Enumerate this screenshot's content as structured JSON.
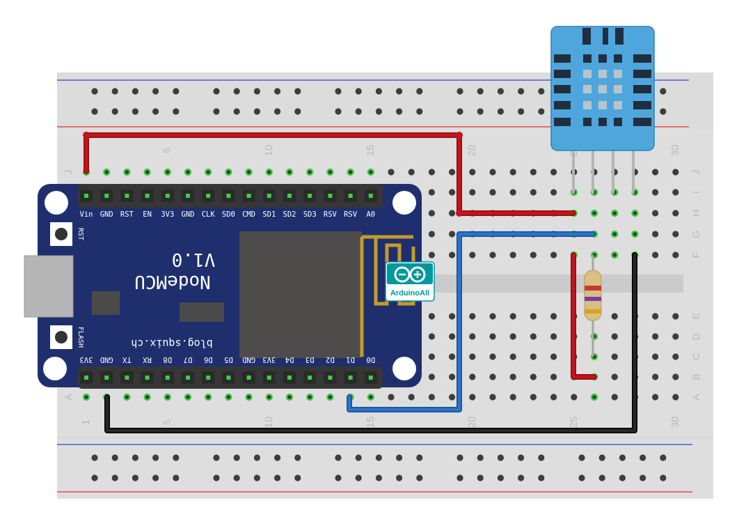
{
  "breadboard": {
    "column_numbers": [
      "1",
      "5",
      "10",
      "15",
      "20",
      "25",
      "30"
    ],
    "row_letters_top": [
      "J",
      "I",
      "H",
      "G",
      "F"
    ],
    "row_letters_bottom": [
      "E",
      "D",
      "C",
      "B",
      "A"
    ]
  },
  "nodemcu": {
    "top_pins": [
      "Vin",
      "GND",
      "RST",
      "EN",
      "3V3",
      "GND",
      "CLK",
      "SD0",
      "CMD",
      "SD1",
      "SD2",
      "SD3",
      "RSV",
      "RSV",
      "A0"
    ],
    "bottom_pins": [
      "3V3",
      "GND",
      "TX",
      "RX",
      "D8",
      "D7",
      "D6",
      "D5",
      "GND",
      "3V3",
      "D4",
      "D3",
      "D2",
      "D1",
      "D0"
    ],
    "version": "V1.0",
    "name": "NodeMCU",
    "url": "blog.squix.ch",
    "rst_label": "RST",
    "flash_label": "FLASH"
  },
  "logo": {
    "text": "ArduinoAll",
    "color": "#00979d"
  },
  "colors": {
    "board": "#1f2f6e",
    "breadboard": "#dcdcdc",
    "wire_red": "#c5141c",
    "wire_blue": "#2a73c9",
    "wire_black": "#1a1a1a",
    "sensor": "#4fa6dc",
    "rail_red": "#e0323a",
    "rail_blue": "#2a3fd0"
  }
}
